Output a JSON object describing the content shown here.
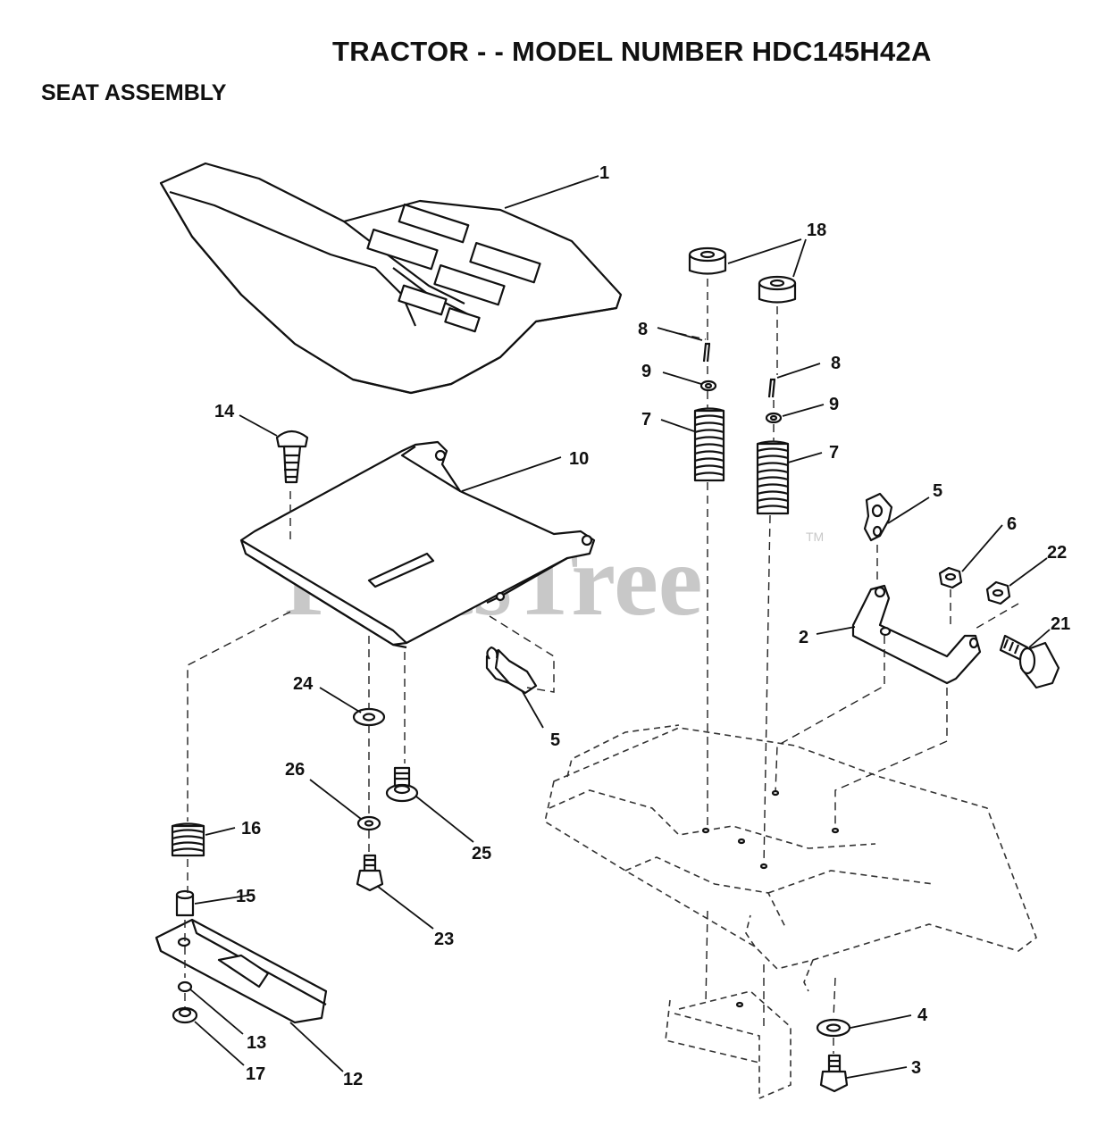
{
  "header": {
    "title": "TRACTOR - - MODEL NUMBER HDC145H42A",
    "subtitle": "SEAT ASSEMBLY"
  },
  "watermark": {
    "text": "PartsTree",
    "trademark": "TM"
  },
  "callouts": {
    "c1": "1",
    "c2": "2",
    "c3": "3",
    "c4": "4",
    "c5a": "5",
    "c5b": "5",
    "c6": "6",
    "c7a": "7",
    "c7b": "7",
    "c8a": "8",
    "c8b": "8",
    "c9a": "9",
    "c9b": "9",
    "c10": "10",
    "c12": "12",
    "c13": "13",
    "c14": "14",
    "c15": "15",
    "c16": "16",
    "c17": "17",
    "c18": "18",
    "c21": "21",
    "c22": "22",
    "c23": "23",
    "c24": "24",
    "c25": "25",
    "c26": "26"
  }
}
